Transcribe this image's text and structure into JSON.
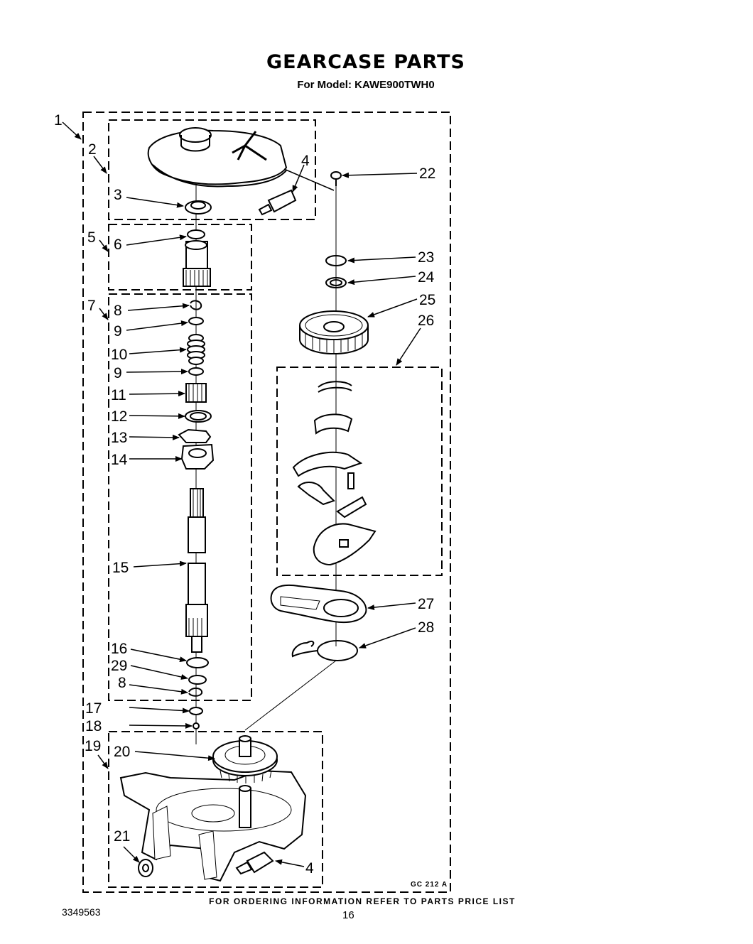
{
  "title": "GEARCASE PARTS",
  "model_line": "For Model: KAWE900TWH0",
  "footer_note": "FOR ORDERING INFORMATION REFER TO PARTS PRICE LIST",
  "doc_number": "3349563",
  "page_number": "16",
  "diagram_code": "GC 212 A",
  "callouts": {
    "c1": "1",
    "c2": "2",
    "c3": "3",
    "c4a": "4",
    "c5": "5",
    "c6": "6",
    "c7": "7",
    "c8a": "8",
    "c9a": "9",
    "c10": "10",
    "c9b": "9",
    "c11": "11",
    "c12": "12",
    "c13": "13",
    "c14": "14",
    "c15": "15",
    "c16": "16",
    "c29": "29",
    "c8b": "8",
    "c17": "17",
    "c18": "18",
    "c19": "19",
    "c20": "20",
    "c21": "21",
    "c4b": "4",
    "c22": "22",
    "c23": "23",
    "c24": "24",
    "c25": "25",
    "c26": "26",
    "c27": "27",
    "c28": "28"
  }
}
